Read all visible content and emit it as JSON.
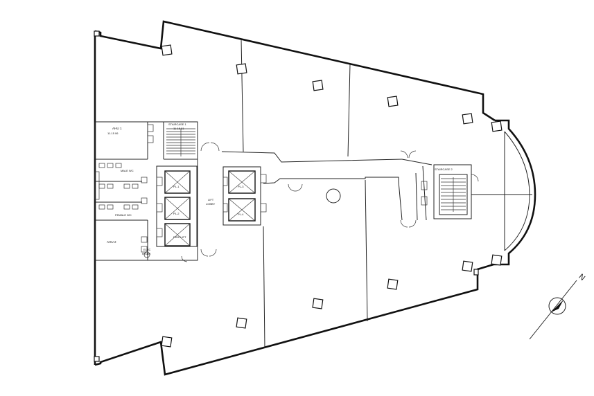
{
  "labels": {
    "ahu1": "AHU 1",
    "ahu1_code": "11-15 06",
    "staircase1": "STAIRCASE 1",
    "staircase1_code": "11-15 01",
    "male_wc": "MALE WC",
    "female_wc": "FEMALE WC",
    "ahu2": "AHU 2",
    "lift_lobby_1": "LIFT",
    "lift_lobby_2": "LOBBY",
    "fire_lift": "FIRE LIFT",
    "staircase2": "STAIRCASE 2",
    "lift_p1": "PL-1",
    "lift_p2": "PL-2",
    "lift_p3": "PL-3",
    "lift_p4": "PL-4",
    "elec": "ELEC",
    "riser": "RISER",
    "north": "N"
  },
  "colors": {
    "line": "#111111",
    "background": "#ffffff"
  }
}
